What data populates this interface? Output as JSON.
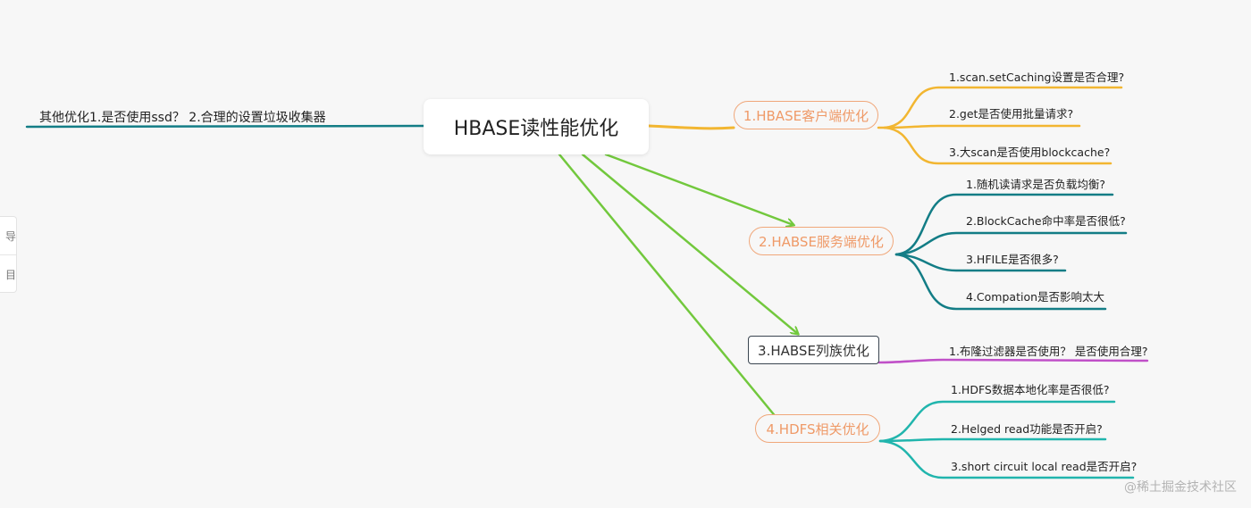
{
  "root": {
    "label": "HBASE读性能优化"
  },
  "other": {
    "label": "其他优化1.是否使用ssd？ 2.合理的设置垃圾收集器"
  },
  "branches": [
    {
      "label": "1.HBASE客户端优化",
      "leaves": [
        "1.scan.setCaching设置是否合理?",
        "2.get是否使用批量请求?",
        "3.大scan是否使用blockcache?"
      ]
    },
    {
      "label": "2.HABSE服务端优化",
      "leaves": [
        "1.随机读请求是否负载均衡?",
        "2.BlockCache命中率是否很低?",
        "3.HFILE是否很多?",
        "4.Compation是否影响太大"
      ]
    },
    {
      "label": "3.HABSE列族优化",
      "leaves": [
        "1.布隆过滤器是否使用？ 是否使用合理?"
      ]
    },
    {
      "label": "4.HDFS相关优化",
      "leaves": [
        "1.HDFS数据本地化率是否很低?",
        "2.Helged read功能是否开启?",
        "3.short circuit local read是否开启?"
      ]
    }
  ],
  "toolbar": {
    "btn1": "导",
    "btn2": "目"
  },
  "watermark": "@稀土掘金技术社区",
  "colors": {
    "branch1": "#f2b631",
    "branch2": "#137d86",
    "branch3": "#c050c8",
    "branch4": "#21b5ad",
    "other": "#137d86",
    "arrows": "#72c83d"
  }
}
